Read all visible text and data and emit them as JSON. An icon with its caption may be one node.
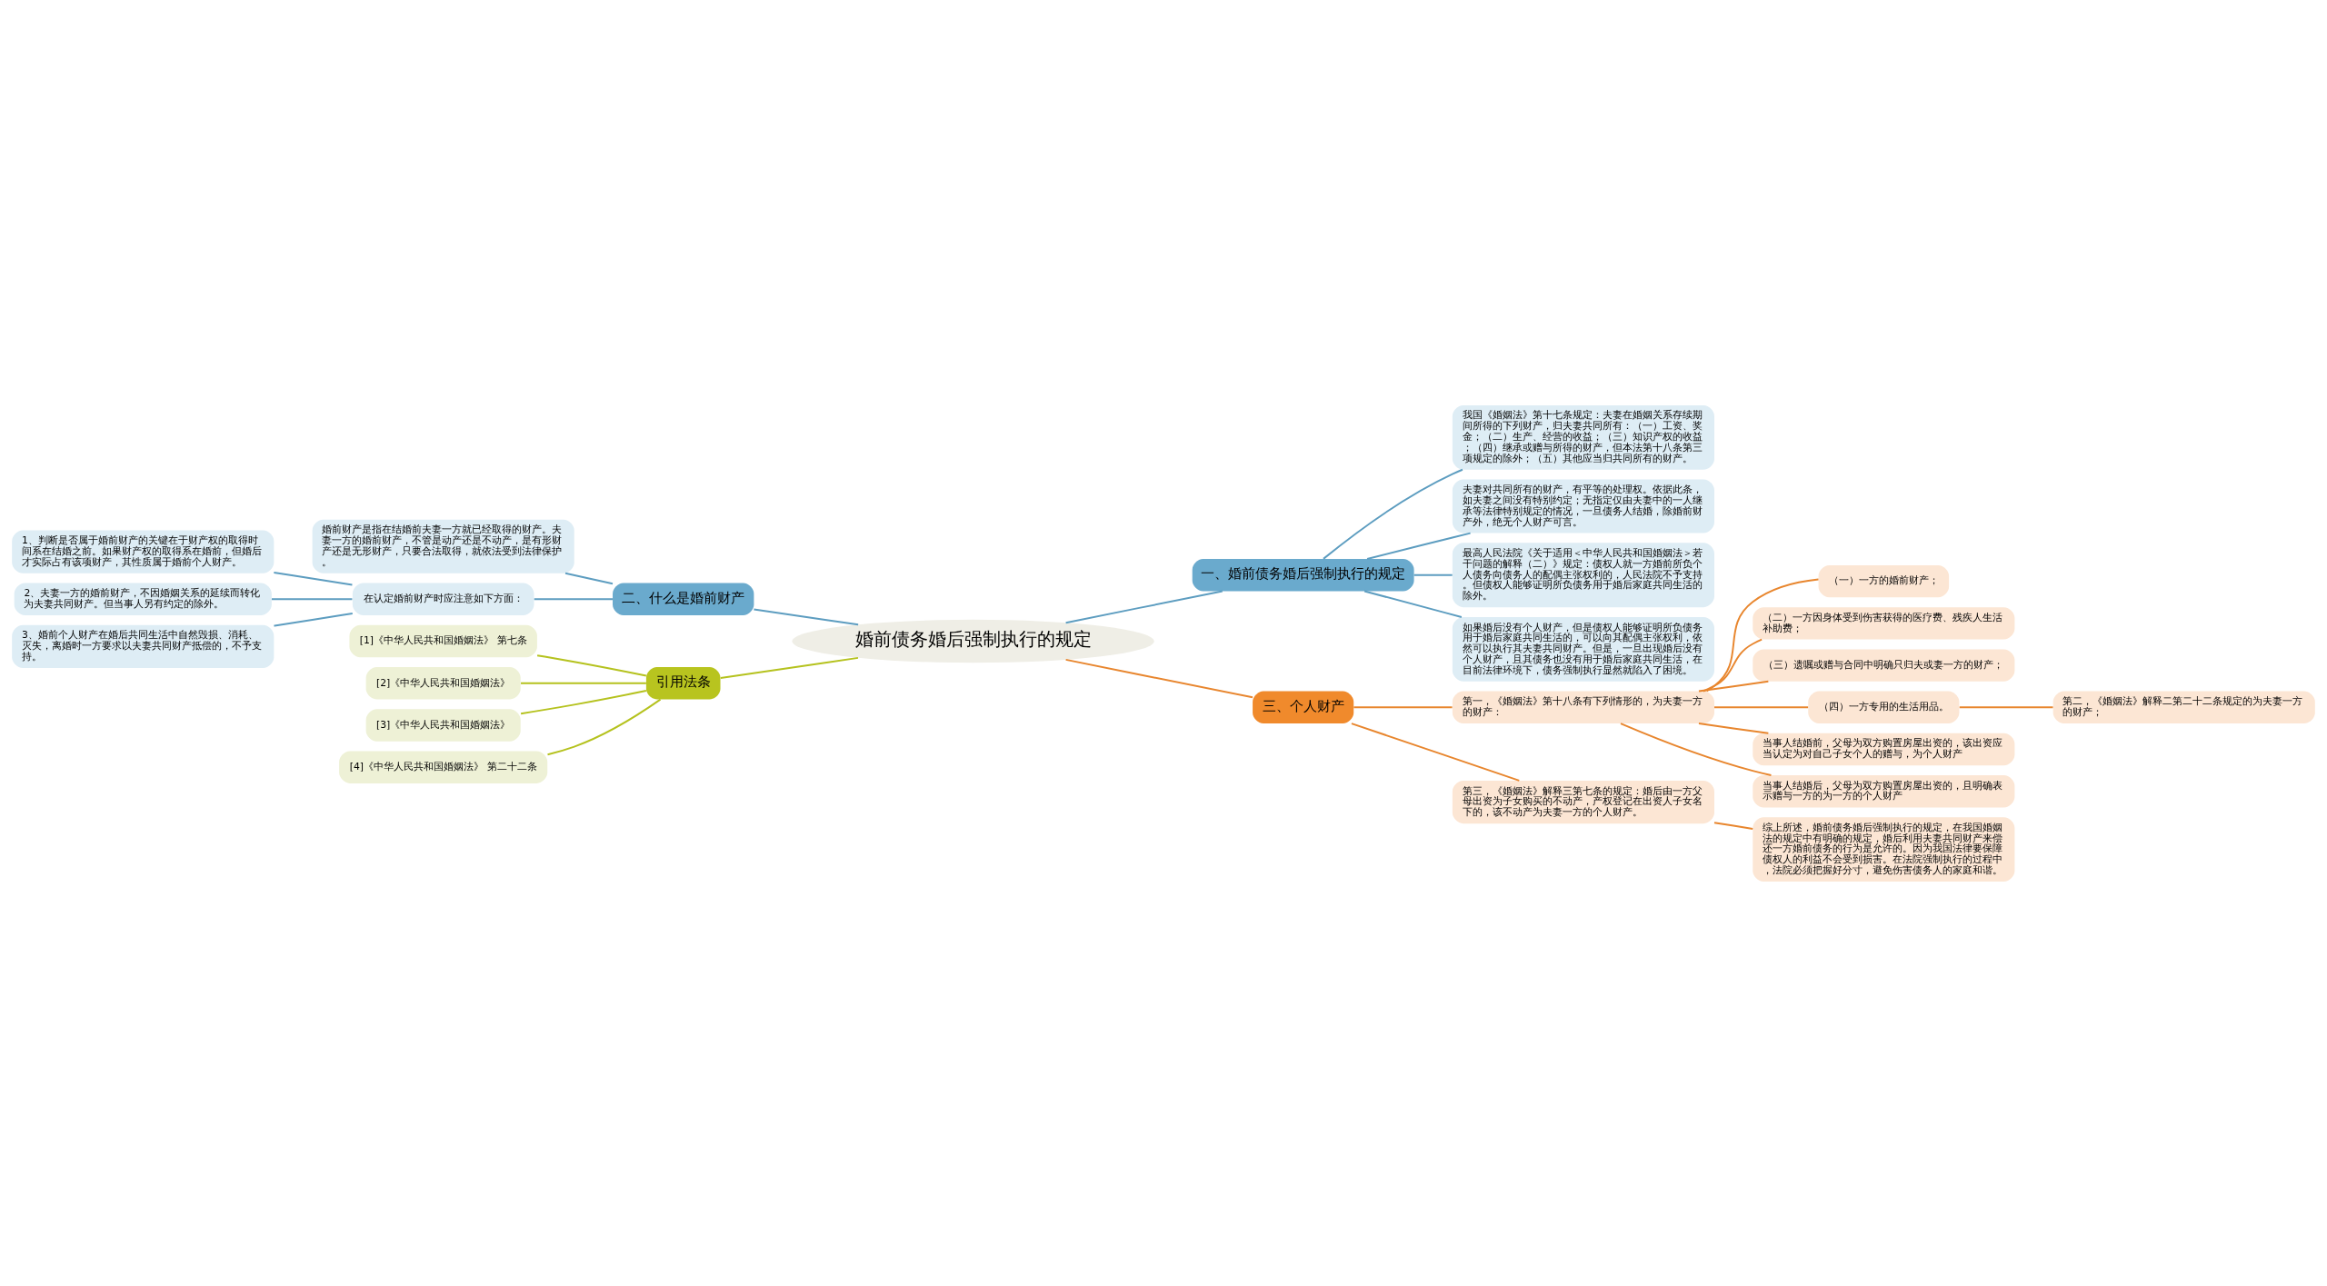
{
  "diagram": {
    "nodes": [
      {
        "text": [
          "婚前债务婚后强制执行的规定"
        ]
      },
      {
        "text": [
          "一、婚前债务婚后强制执行的规定"
        ]
      },
      {
        "text": [
          "我国《婚姻法》第十七条规定：夫妻在婚姻关系存续期间所得的下列财产，归夫妻共同所有：（一）工资、奖金；（二）生产、经营的收益；（三）知识产权的收益；（四）继承或赠与所得的财产，但本法第十八条第三项规定的除外；（五）其他应当归共同所有的财产。"
        ]
      },
      {
        "text": [
          "夫妻对共同所有的财产，有平等的处理权。依据此条，如夫妻之间没有特别约定；无指定仅由夫妻中的一人继承等法律特别规定的情况，一旦债务人结婚，除婚前财产外，绝无个人财产可言。"
        ]
      },
      {
        "text": [
          "最高人民法院《关于适用＜中华人民共和国婚姻法＞若干问题的解释（二）》规定：债权人就一方婚前所负个人债务向债务人的配偶主张权利的，人民法院不予支持。但债权人能够证明所负债务用于婚后家庭共同生活的除外。"
        ]
      },
      {
        "text": [
          "如果婚后没有个人财产，但是债权人能够证明所负债务用于婚后家庭共同生活的，可以向其配偶主张权利，依然可以执行其夫妻共同财产。但是，一旦出现婚后没有个人财产，且其债务也没有用于婚后家庭共同生活，在目前法律环境下，债务强制执行显然就陷入了困境。"
        ]
      },
      {
        "text": [
          "二、什么是婚前财产"
        ]
      },
      {
        "text": [
          "婚前财产是指在结婚前夫妻一方就已经取得的财产。夫妻一方的婚前财产，不管是动产还是不动产，是有形财产还是无形财产，只要合法取得，就依法受到法律保护。"
        ]
      },
      {
        "text": [
          "在认定婚前财产时应注意如下方面："
        ]
      },
      {
        "text": [
          "1、判断是否属于婚前财产的关键在于财产权的取得时间系在结婚之前。如果财产权的取得系在婚前，但婚后才实际占有该项财产，其性质属于婚前个人财产。"
        ]
      },
      {
        "text": [
          "2、夫妻一方的婚前财产，不因婚姻关系的延续而转化为夫妻共同财产。但当事人另有约定的除外。"
        ]
      },
      {
        "text": [
          "3、婚前个人财产在婚后共同生活中自然毁损、消耗、灭失，离婚时一方要求以夫妻共同财产抵偿的，不予支持。"
        ]
      },
      {
        "text": [
          "引用法条"
        ]
      },
      {
        "text": [
          "[1]《中华人民共和国婚姻法》 第七条"
        ]
      },
      {
        "text": [
          "[2]《中华人民共和国婚姻法》"
        ]
      },
      {
        "text": [
          "[3]《中华人民共和国婚姻法》"
        ]
      },
      {
        "text": [
          "[4]《中华人民共和国婚姻法》 第二十二条"
        ]
      },
      {
        "text": [
          "三、个人财产"
        ]
      },
      {
        "text": [
          "第一，《婚姻法》第十八条有下列情形的，为夫妻一方的财产："
        ]
      },
      {
        "text": [
          "（一）一方的婚前财产；"
        ]
      },
      {
        "text": [
          "（二）一方因身体受到伤害获得的医疗费、残疾人生活补助费；"
        ]
      },
      {
        "text": [
          "（三）遗嘱或赠与合同中明确只归夫或妻一方的财产；"
        ]
      },
      {
        "text": [
          "（四）一方专用的生活用品。"
        ]
      },
      {
        "text": [
          "第二，《婚姻法》解释二第二十二条规定的为夫妻一方的财产；"
        ]
      },
      {
        "text": [
          "当事人结婚前，父母为双方购置房屋出资的，该出资应当认定为对自己子女个人的赠与，为个人财产"
        ]
      },
      {
        "text": [
          "当事人结婚后，父母为双方购置房屋出资的，且明确表示赠与一方的为一方的个人财产"
        ]
      },
      {
        "text": [
          "第三，《婚姻法》解释三第七条的规定：婚后由一方父母出资为子女购买的不动产，产权登记在出资人子女名下的，该不动产为夫妻一方的个人财产。"
        ]
      },
      {
        "text": [
          "综上所述，婚前债务婚后强制执行的规定，在我国婚姻法的规定中有明确的规定，婚后利用夫妻共同财产来偿还一方婚前债务的行为是允许的。因为我国法律要保障债权人的利益不会受到损害。在法院强制执行的过程中，法院必须把握好分寸，避免伤害债务人的家庭和谐。"
        ]
      }
    ],
    "edges": [
      {
        "from": 0,
        "to": 1,
        "arrow": "none"
      },
      {
        "from": 1,
        "to": 2,
        "arrow": "none"
      },
      {
        "from": 1,
        "to": 3,
        "arrow": "none"
      },
      {
        "from": 1,
        "to": 4,
        "arrow": "none"
      },
      {
        "from": 1,
        "to": 5,
        "arrow": "none"
      },
      {
        "from": 0,
        "to": 6,
        "arrow": "none"
      },
      {
        "from": 6,
        "to": 7,
        "arrow": "none"
      },
      {
        "from": 6,
        "to": 8,
        "arrow": "none"
      },
      {
        "from": 8,
        "to": 9,
        "arrow": "none"
      },
      {
        "from": 8,
        "to": 10,
        "arrow": "none"
      },
      {
        "from": 8,
        "to": 11,
        "arrow": "none"
      },
      {
        "from": 0,
        "to": 12,
        "arrow": "none",
        "color": "#b5c21e"
      },
      {
        "from": 12,
        "to": 13,
        "arrow": "none",
        "color": "#b5c21e"
      },
      {
        "from": 12,
        "to": 14,
        "arrow": "none",
        "color": "#b5c21e"
      },
      {
        "from": 12,
        "to": 15,
        "arrow": "none",
        "color": "#b5c21e"
      },
      {
        "from": 12,
        "to": 16,
        "arrow": "none",
        "color": "#b5c21e"
      },
      {
        "from": 0,
        "to": 17,
        "arrow": "none",
        "color": "#e8862e"
      },
      {
        "from": 17,
        "to": 18,
        "arrow": "none",
        "color": "#e8862e"
      },
      {
        "from": 18,
        "to": 19,
        "arrow": "none",
        "color": "#e8862e"
      },
      {
        "from": 18,
        "to": 20,
        "arrow": "none",
        "color": "#e8862e"
      },
      {
        "from": 18,
        "to": 21,
        "arrow": "none",
        "color": "#e8862e"
      },
      {
        "from": 18,
        "to": 22,
        "arrow": "none",
        "color": "#e8862e"
      },
      {
        "from": 22,
        "to": 23,
        "arrow": "none",
        "color": "#e8862e"
      },
      {
        "from": 18,
        "to": 24,
        "arrow": "none",
        "color": "#e8862e"
      },
      {
        "from": 18,
        "to": 25,
        "arrow": "none",
        "color": "#e8862e"
      },
      {
        "from": 17,
        "to": 26,
        "arrow": "none",
        "color": "#e8862e"
      },
      {
        "from": 26,
        "to": 27,
        "arrow": "none",
        "color": "#e8862e"
      }
    ]
  }
}
